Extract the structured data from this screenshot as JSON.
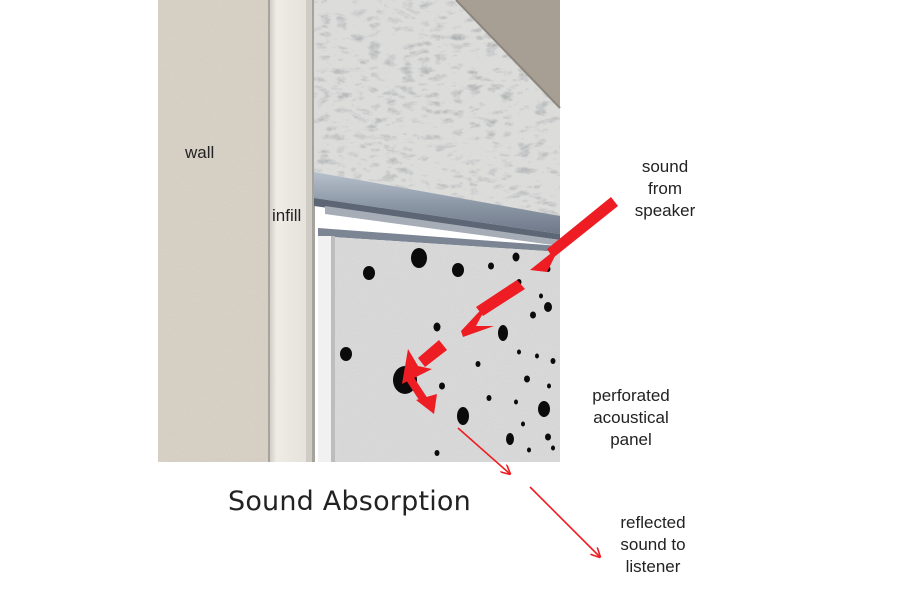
{
  "title": "Sound Absorption",
  "labels": {
    "wall": "wall",
    "infill": "infill",
    "sound_from": [
      "sound",
      "from",
      "speaker"
    ],
    "perforated": [
      "perforated",
      "acoustical",
      "panel"
    ],
    "reflected": [
      "reflected",
      "sound to",
      "listener"
    ]
  },
  "colors": {
    "arrow_red": "#ee1d23",
    "wall": "#d7d0c4",
    "plaster": "#d8d8d6",
    "panel": "#d9d9d9",
    "rail": "#8c97a6",
    "holes": "#0b0b0b"
  }
}
